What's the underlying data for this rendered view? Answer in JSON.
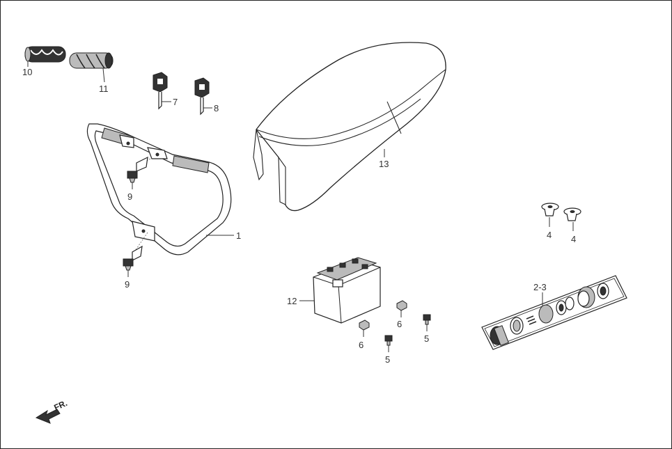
{
  "diagram": {
    "labels": {
      "p1": "1",
      "p2_3": "2-3",
      "p4a": "4",
      "p4b": "4",
      "p5a": "5",
      "p5b": "5",
      "p6a": "6",
      "p6b": "6",
      "p7": "7",
      "p8": "8",
      "p9a": "9",
      "p9b": "9",
      "p10": "10",
      "p11": "11",
      "p12": "12",
      "p13": "13"
    },
    "front_indicator": "FR."
  }
}
